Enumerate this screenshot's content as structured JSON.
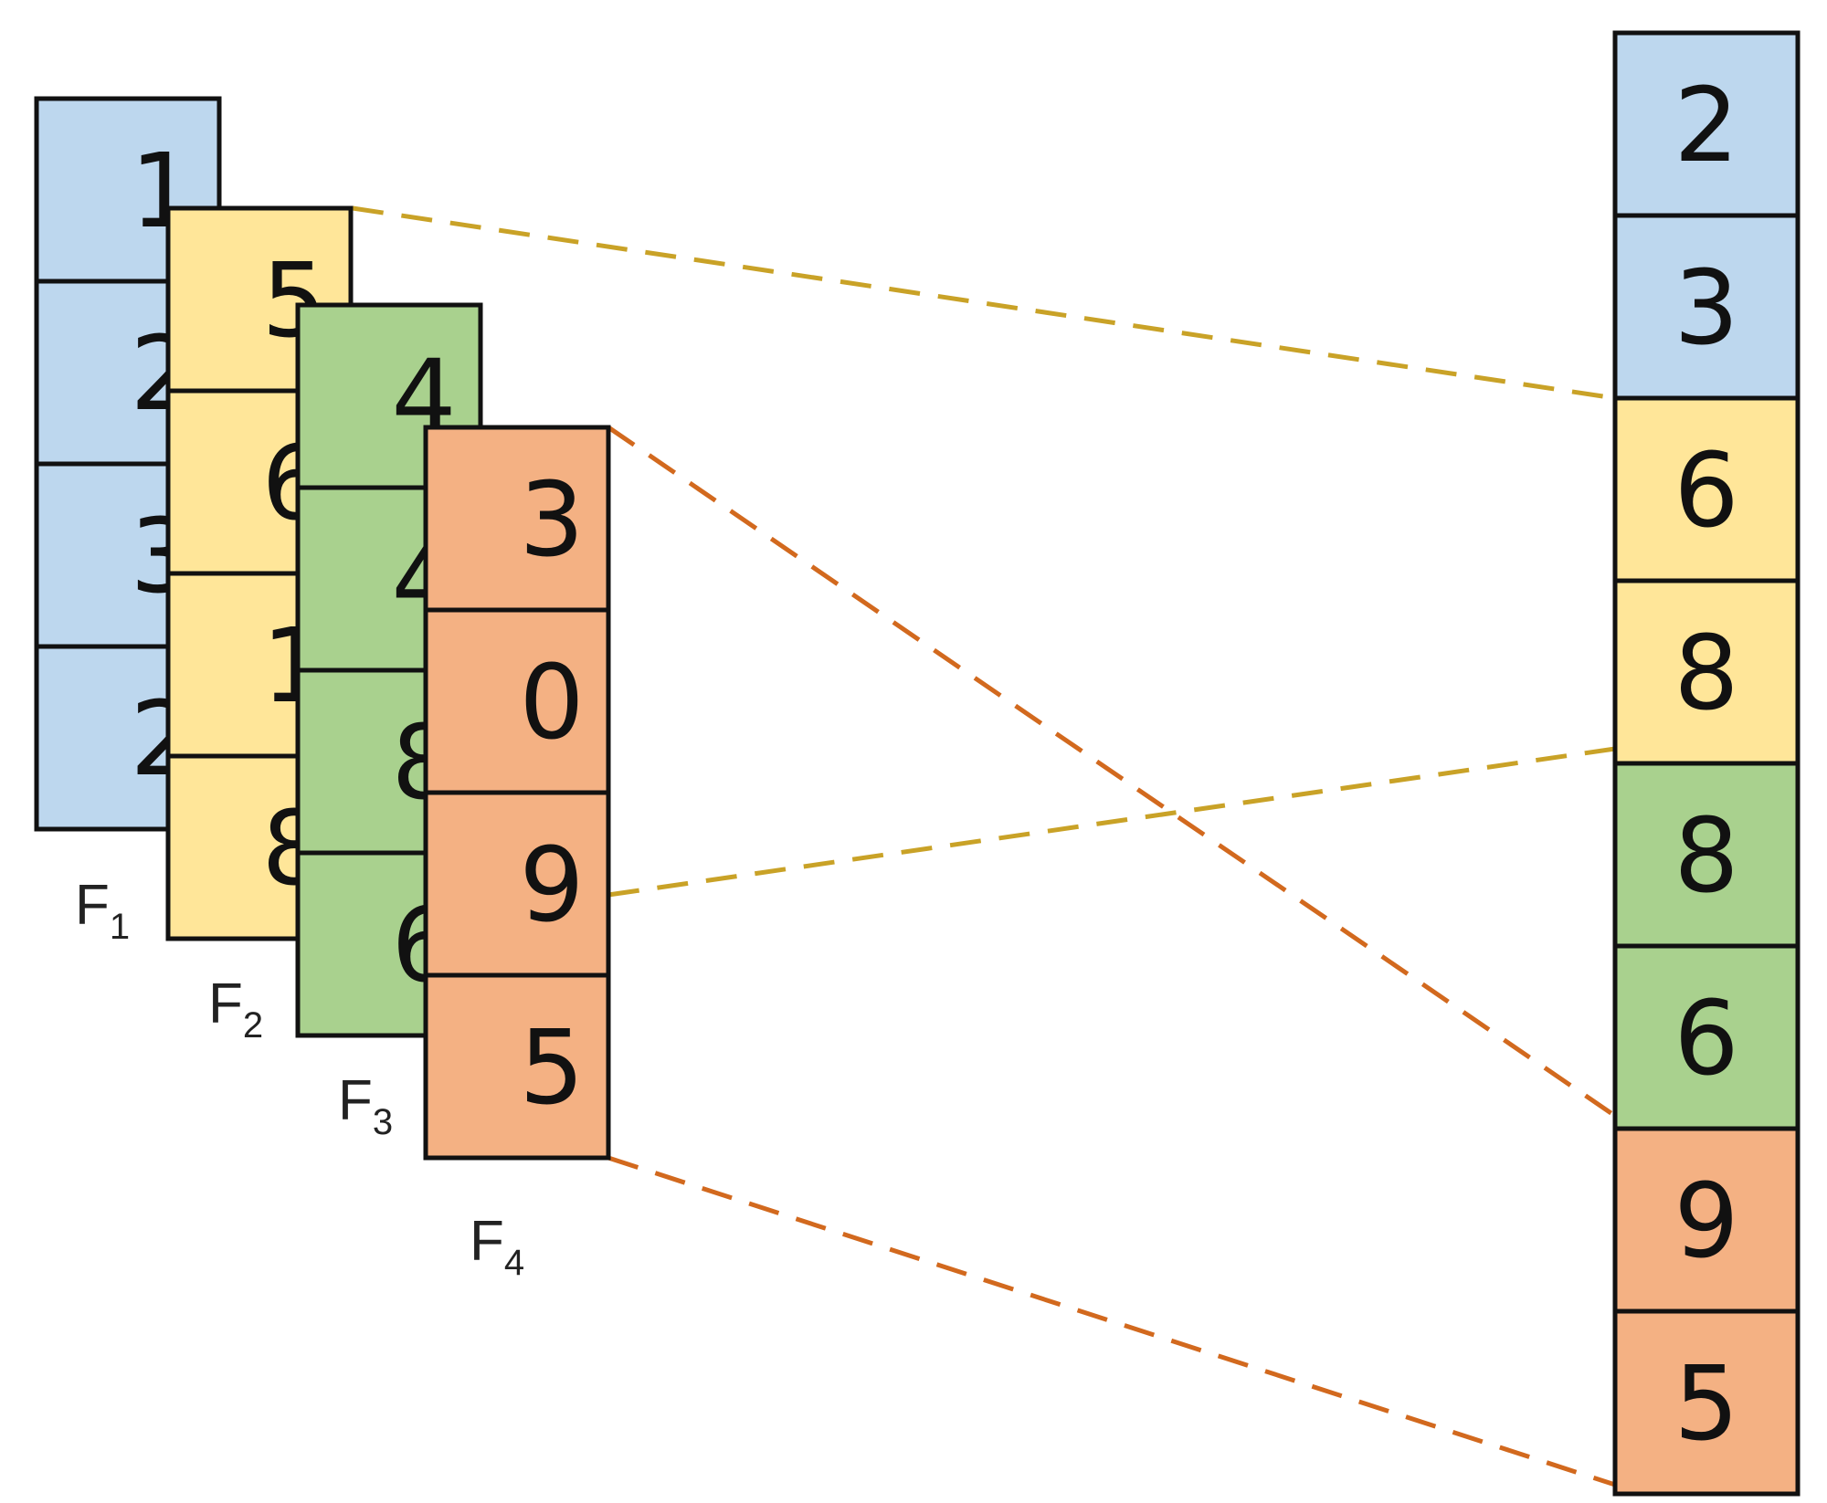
{
  "colors": {
    "blue": "#bdd7ee",
    "yellow": "#ffe699",
    "green": "#a9d18e",
    "orange": "#f4b183",
    "stroke": "#111111",
    "yellow_line": "#c9a227",
    "orange_line": "#d2691e"
  },
  "stacks": [
    {
      "name": "F",
      "sub": "1",
      "color_key": "blue",
      "values": [
        "1",
        "2",
        "3",
        "2"
      ]
    },
    {
      "name": "F",
      "sub": "2",
      "color_key": "yellow",
      "values": [
        "5",
        "6",
        "1",
        "8"
      ]
    },
    {
      "name": "F",
      "sub": "3",
      "color_key": "green",
      "values": [
        "4",
        "4",
        "8",
        "6"
      ]
    },
    {
      "name": "F",
      "sub": "4",
      "color_key": "orange",
      "values": [
        "3",
        "0",
        "9",
        "5"
      ]
    }
  ],
  "output": {
    "cells": [
      {
        "value": "2",
        "color_key": "blue"
      },
      {
        "value": "3",
        "color_key": "blue"
      },
      {
        "value": "6",
        "color_key": "yellow"
      },
      {
        "value": "8",
        "color_key": "yellow"
      },
      {
        "value": "8",
        "color_key": "green"
      },
      {
        "value": "6",
        "color_key": "green"
      },
      {
        "value": "9",
        "color_key": "orange"
      },
      {
        "value": "5",
        "color_key": "orange"
      }
    ]
  }
}
